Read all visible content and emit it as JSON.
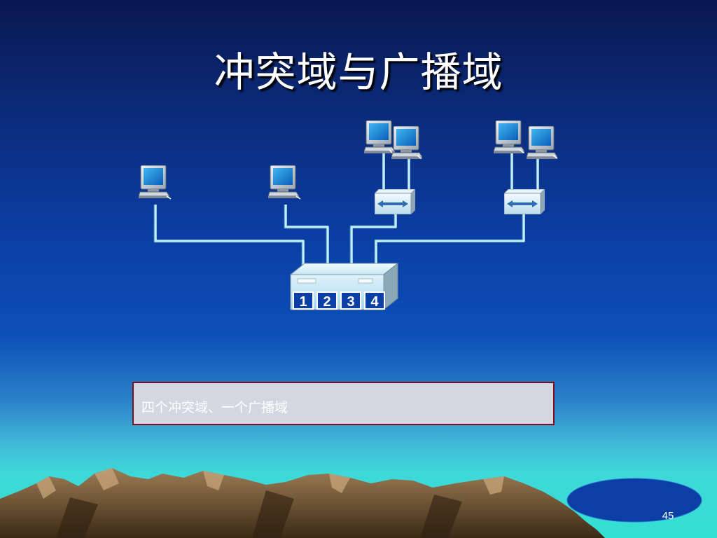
{
  "slide": {
    "title": "冲突域与广播域",
    "caption": "四个冲突域、一个广播域",
    "page_number": "45"
  },
  "diagram": {
    "switch_ports": [
      "1",
      "2",
      "3",
      "4"
    ],
    "computer_count": 6,
    "hub_count": 2
  },
  "colors": {
    "background_top": "#0a1850",
    "background_mid": "#0d4fb8",
    "background_bottom": "#33e0d2",
    "cable": "#bfeff6",
    "caption_box": "#d4d6e2",
    "caption_border": "#7a1020",
    "badge": "#0b3fa6"
  }
}
